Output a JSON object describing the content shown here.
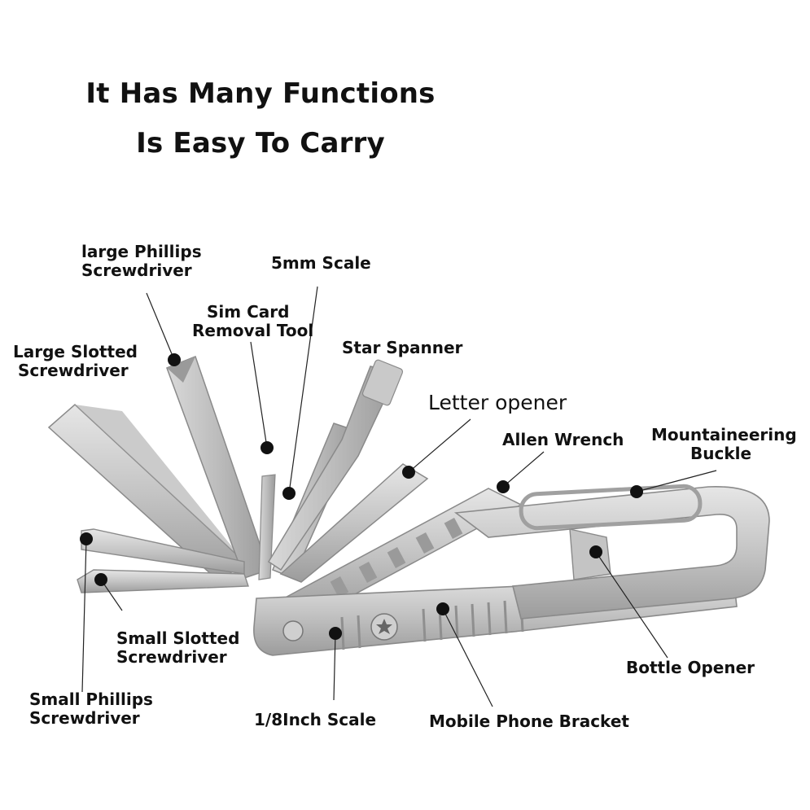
{
  "headline": {
    "line1": "It Has Many Functions",
    "line2": "Is Easy To Carry"
  },
  "labels": {
    "large_phillips": [
      "large Phillips",
      "Screwdriver"
    ],
    "five_mm_scale": "5mm Scale",
    "sim_card": [
      "Sim Card",
      "Removal Tool"
    ],
    "large_slotted": [
      "Large Slotted",
      "Screwdriver"
    ],
    "star_spanner": "Star Spanner",
    "letter_opener": "Letter opener",
    "allen_wrench": "Allen Wrench",
    "mountaineering_buckle": [
      "Mountaineering",
      "Buckle"
    ],
    "small_slotted": [
      "Small Slotted",
      "Screwdriver"
    ],
    "small_phillips": [
      "Small Phillips",
      "Screwdriver"
    ],
    "bottle_opener": "Bottle Opener",
    "inch_scale": "1/8Inch Scale",
    "phone_bracket": "Mobile Phone Bracket"
  },
  "colors": {
    "steel_light": "#d8d8d8",
    "steel_mid": "#b9b9b9",
    "steel_dark": "#8d8d8d",
    "leader_line": "#222222",
    "dot": "#111111"
  }
}
